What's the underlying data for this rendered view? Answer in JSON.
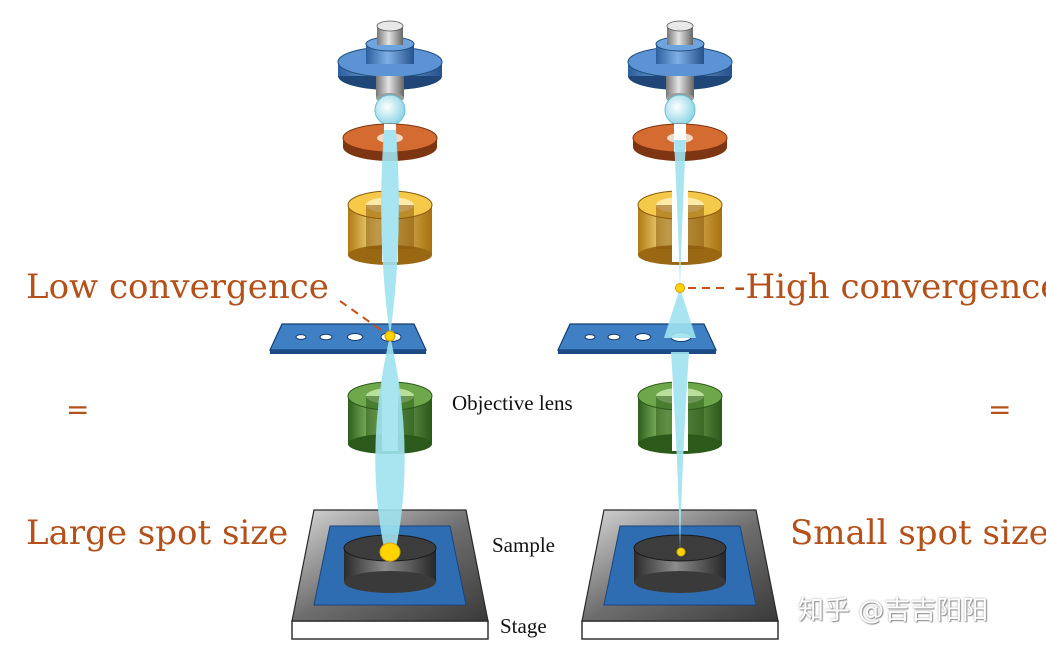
{
  "labels": {
    "left_convergence": "Low convergence",
    "right_convergence": "-High convergence",
    "left_equals": "=",
    "right_equals": "=",
    "left_spot": "Large spot size",
    "right_spot": "Small spot size",
    "objective_lens": "Objective lens",
    "sample": "Sample",
    "stage": "Stage"
  },
  "watermark": "知乎 @吉吉阳阳",
  "colors": {
    "label_text": "#b4501a",
    "electron_gun": "#3f7fc4",
    "condenser_lens_1": "#c8602a",
    "condenser_lens_2": "#e6b43a",
    "objective_lens": "#5a9a3a",
    "aperture_strip": "#2e66a8",
    "beam": "#a9e6f2",
    "spot": "#ffd400",
    "stage_frame": "#7a7a7a",
    "stage_inner": "#2f6db3",
    "sample": "#6a6a6a"
  }
}
